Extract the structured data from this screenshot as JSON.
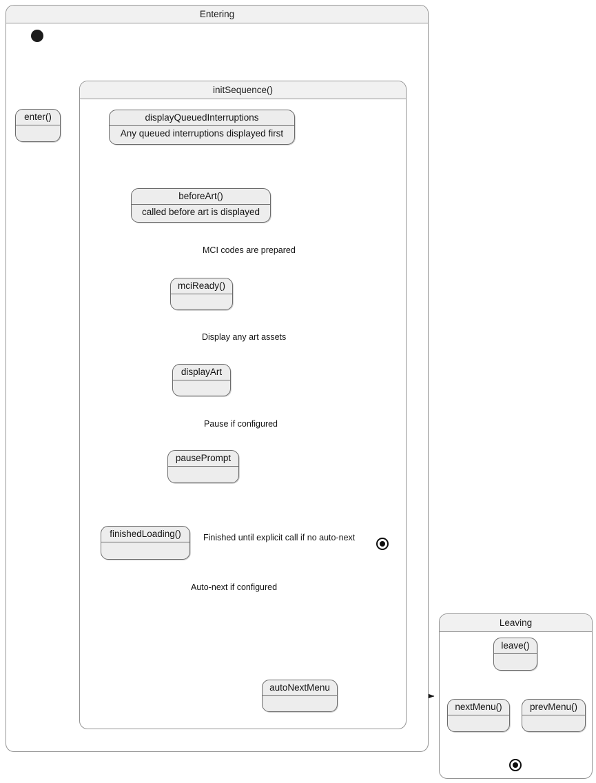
{
  "diagram": {
    "type": "uml-state-machine",
    "title_visible": false,
    "colors": {
      "frame_header_fill": "#f1f1f1",
      "frame_border": "#949494",
      "state_fill": "#ededed",
      "state_border": "#6b6b6b",
      "node_fill": "#1c1c1c",
      "edge_stroke": "#161616",
      "text": "#141414",
      "background": "#ffffff"
    }
  },
  "frames": {
    "entering": {
      "title": "Entering"
    },
    "init_sequence": {
      "title": "initSequence()"
    },
    "leaving": {
      "title": "Leaving"
    }
  },
  "states": {
    "enter": {
      "name": "enter()",
      "body": ""
    },
    "display_queued_interruptions": {
      "name": "displayQueuedInterruptions",
      "body": "Any queued interruptions displayed first"
    },
    "before_art": {
      "name": "beforeArt()",
      "body": "called before art is displayed"
    },
    "mci_ready": {
      "name": "mciReady()",
      "body": ""
    },
    "display_art": {
      "name": "displayArt",
      "body": ""
    },
    "pause_prompt": {
      "name": "pausePrompt",
      "body": ""
    },
    "finished_loading": {
      "name": "finishedLoading()",
      "body": ""
    },
    "auto_next_menu": {
      "name": "autoNextMenu",
      "body": ""
    },
    "leave": {
      "name": "leave()",
      "body": ""
    },
    "next_menu": {
      "name": "nextMenu()",
      "body": ""
    },
    "prev_menu": {
      "name": "prevMenu()",
      "body": ""
    }
  },
  "pseudostates": {
    "initial_entering": {
      "kind": "initial"
    },
    "final_entering": {
      "kind": "final"
    },
    "final_leaving": {
      "kind": "final"
    }
  },
  "transitions": [
    {
      "id": "t1",
      "from": "initial_entering",
      "to": "enter",
      "label": ""
    },
    {
      "id": "t2",
      "from": "enter",
      "to": "init_sequence",
      "label": ""
    },
    {
      "id": "t3",
      "from": "display_queued_interruptions",
      "to": "before_art",
      "label": ""
    },
    {
      "id": "t4",
      "from": "before_art",
      "to": "mci_ready",
      "label": "MCI codes are prepared"
    },
    {
      "id": "t5",
      "from": "mci_ready",
      "to": "display_art",
      "label": "Display any art assets"
    },
    {
      "id": "t6",
      "from": "display_art",
      "to": "pause_prompt",
      "label": "Pause if configured"
    },
    {
      "id": "t7",
      "from": "display_art",
      "to": "finished_loading",
      "label": ""
    },
    {
      "id": "t8",
      "from": "pause_prompt",
      "to": "finished_loading",
      "label": ""
    },
    {
      "id": "t9",
      "from": "finished_loading",
      "to": "final_entering",
      "label": "Finished until explicit call if no auto-next"
    },
    {
      "id": "t10",
      "from": "finished_loading",
      "to": "auto_next_menu",
      "label": "Auto-next if configured"
    },
    {
      "id": "t11",
      "from": "auto_next_menu",
      "to": "leaving",
      "label": ""
    },
    {
      "id": "t12",
      "from": "leave",
      "to": "next_menu",
      "label": ""
    },
    {
      "id": "t13",
      "from": "leave",
      "to": "prev_menu",
      "label": ""
    },
    {
      "id": "t14",
      "from": "next_menu",
      "to": "final_leaving",
      "label": ""
    },
    {
      "id": "t15",
      "from": "prev_menu",
      "to": "final_leaving",
      "label": ""
    }
  ],
  "edge_labels": {
    "mci_codes": "MCI codes are prepared",
    "display_art_assets": "Display any art assets",
    "pause_if_configured": "Pause if configured",
    "finished_until_explicit": "Finished until explicit call if no auto-next",
    "auto_next_if_configured": "Auto-next if configured"
  }
}
